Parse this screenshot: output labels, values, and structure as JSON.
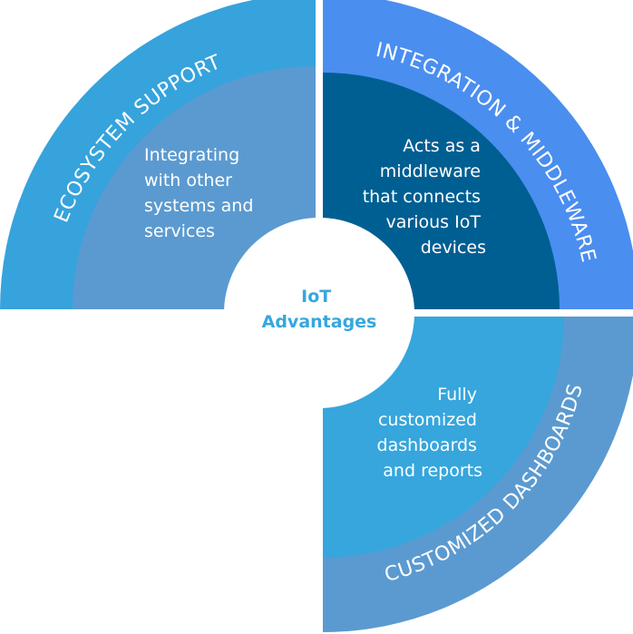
{
  "center": {
    "line1": "IoT",
    "line2": "Advantages"
  },
  "quadrants": {
    "ecosystem": {
      "title": "ECOSYSTEM SUPPORT",
      "desc": [
        "Integrating",
        "with other",
        "systems and",
        "services"
      ]
    },
    "integration": {
      "title": "INTEGRATION & MIDDLEWARE",
      "desc": [
        "Acts as a",
        "middleware",
        "that connects",
        "various IoT",
        "devices"
      ]
    },
    "dashboards": {
      "title": "CUSTOMIZED DASHBOARDS",
      "desc": [
        "Fully",
        "customized",
        "dashboards",
        "and reports"
      ]
    }
  },
  "colors": {
    "ecosystem_outer": "#36a3dc",
    "ecosystem_inner": "#5b9ad0",
    "integration_outer": "#4a8ef0",
    "integration_inner": "#005f92",
    "dashboards_outer": "#5b9ad0",
    "dashboards_inner": "#36a6dd",
    "center_fill": "#ffffff",
    "center_text": "#35a7e0"
  }
}
